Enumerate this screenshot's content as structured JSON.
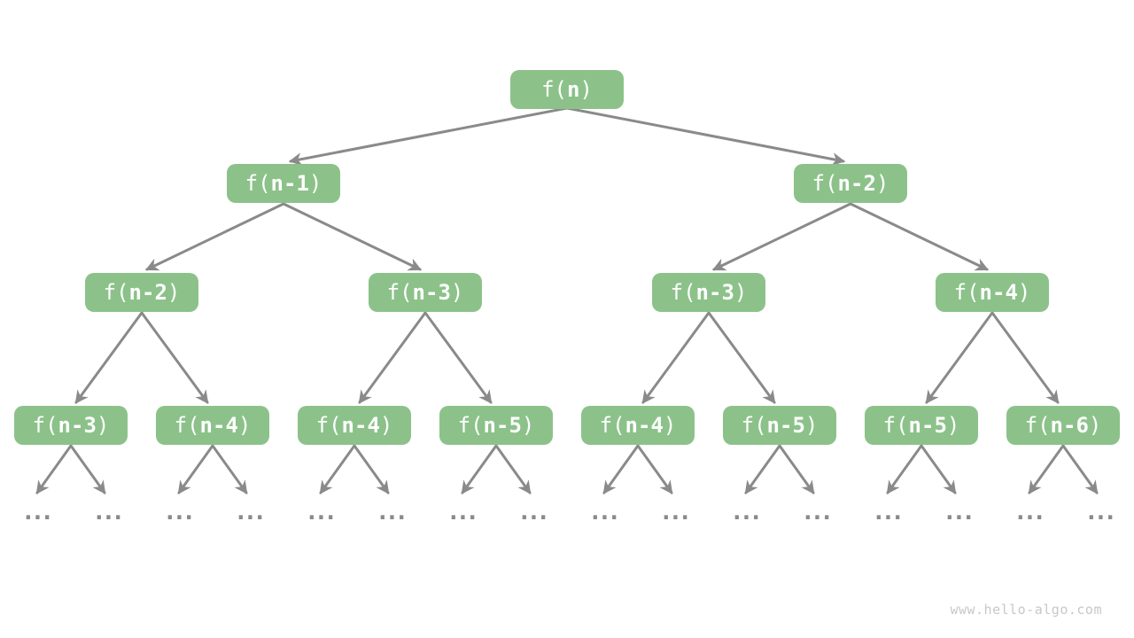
{
  "page": {
    "background": "#ffffff"
  },
  "colors": {
    "node_fill": "#8cc28a",
    "node_text": "#ffffff",
    "arrow": "#8a8a8a",
    "leaf_dots": "#8a8a8a",
    "watermark": "#c8c8c8"
  },
  "watermark": {
    "text": "www.hello-algo.com"
  },
  "tree": {
    "description": "recursion-tree",
    "node_prefix": "f(",
    "node_suffix": ")",
    "leaf_label": "...",
    "levels": [
      {
        "name": "level-1",
        "nodes": [
          {
            "arg": "n"
          }
        ]
      },
      {
        "name": "level-2",
        "nodes": [
          {
            "arg": "n-1"
          },
          {
            "arg": "n-2"
          }
        ]
      },
      {
        "name": "level-3",
        "nodes": [
          {
            "arg": "n-2"
          },
          {
            "arg": "n-3"
          },
          {
            "arg": "n-3"
          },
          {
            "arg": "n-4"
          }
        ]
      },
      {
        "name": "level-4",
        "nodes": [
          {
            "arg": "n-3"
          },
          {
            "arg": "n-4"
          },
          {
            "arg": "n-4"
          },
          {
            "arg": "n-5"
          },
          {
            "arg": "n-4"
          },
          {
            "arg": "n-5"
          },
          {
            "arg": "n-5"
          },
          {
            "arg": "n-6"
          }
        ]
      }
    ]
  }
}
